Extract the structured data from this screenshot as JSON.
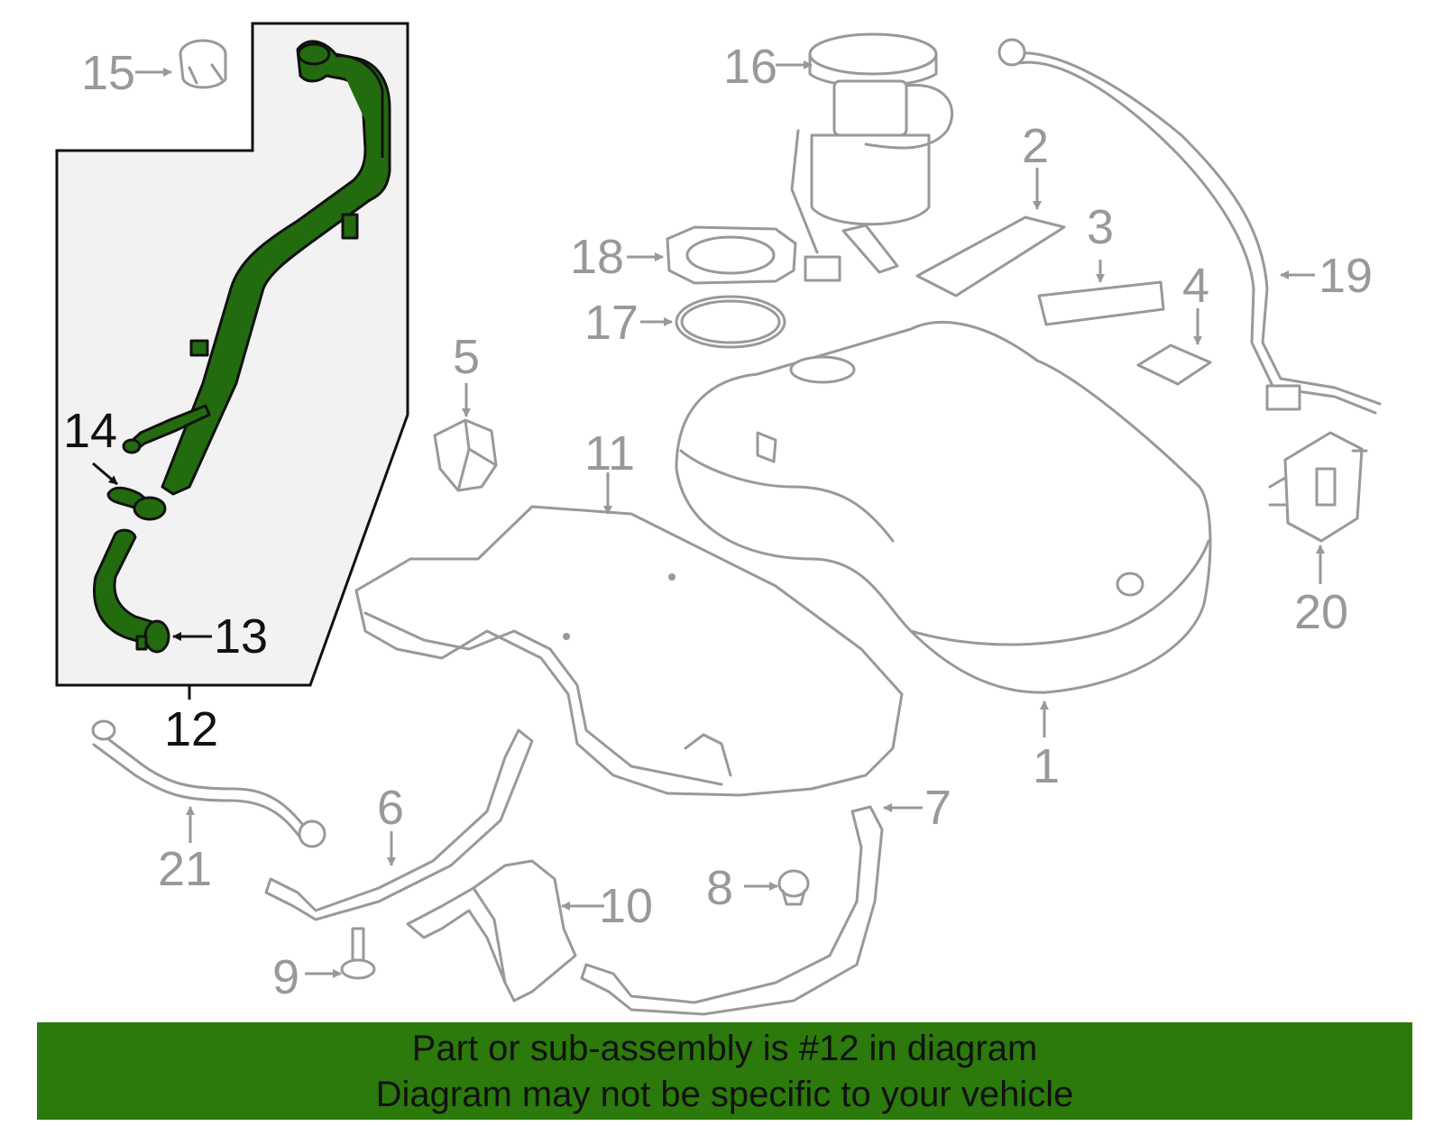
{
  "diagram": {
    "callouts": [
      "1",
      "2",
      "3",
      "4",
      "5",
      "6",
      "7",
      "8",
      "9",
      "10",
      "11",
      "12",
      "13",
      "14",
      "15",
      "16",
      "17",
      "18",
      "19",
      "20",
      "21"
    ],
    "highlighted_part": "12",
    "highlight_color": "#236b0f",
    "banner_color": "#2b7a0b"
  },
  "banner": {
    "line1": "Part or sub-assembly is #12 in diagram",
    "line2": "Diagram may not be specific to your vehicle"
  }
}
